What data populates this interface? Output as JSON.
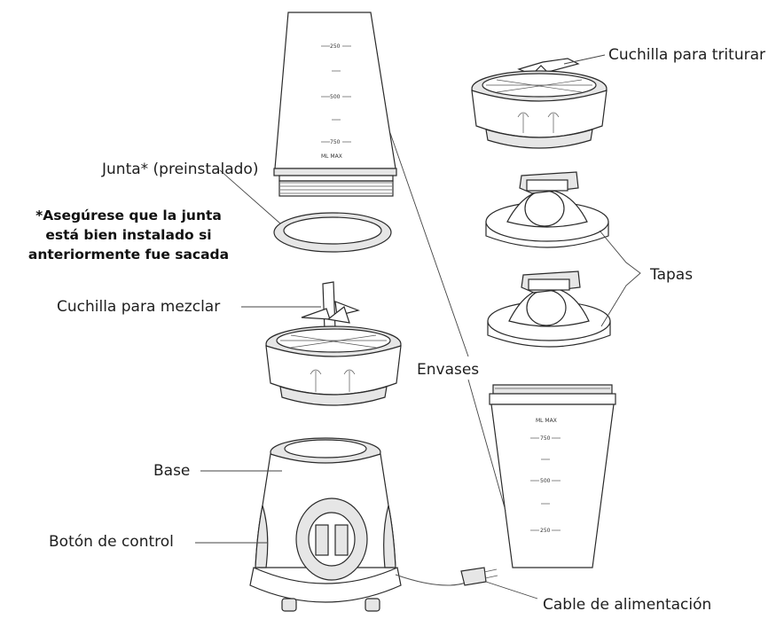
{
  "labels": {
    "crush_blade": "Cuchilla para triturar",
    "gasket": "Junta* (preinstalado)",
    "note_line1": "*Asegúrese que la junta",
    "note_line2": "está bien instalado si",
    "note_line3": "anteriormente fue sacada",
    "lids": "Tapas",
    "mix_blade": "Cuchilla para mezclar",
    "containers": "Envases",
    "base": "Base",
    "control_button": "Botón de control",
    "power_cord": "Cable de alimentación"
  },
  "cup_tall_marks": [
    "250",
    "500",
    "750",
    "ML MAX"
  ],
  "cup_short_marks": [
    "ML MAX",
    "750",
    "500",
    "250"
  ],
  "colors": {
    "outline": "#2a2a2a",
    "text": "#1e1e1e",
    "leader": "#444444"
  }
}
